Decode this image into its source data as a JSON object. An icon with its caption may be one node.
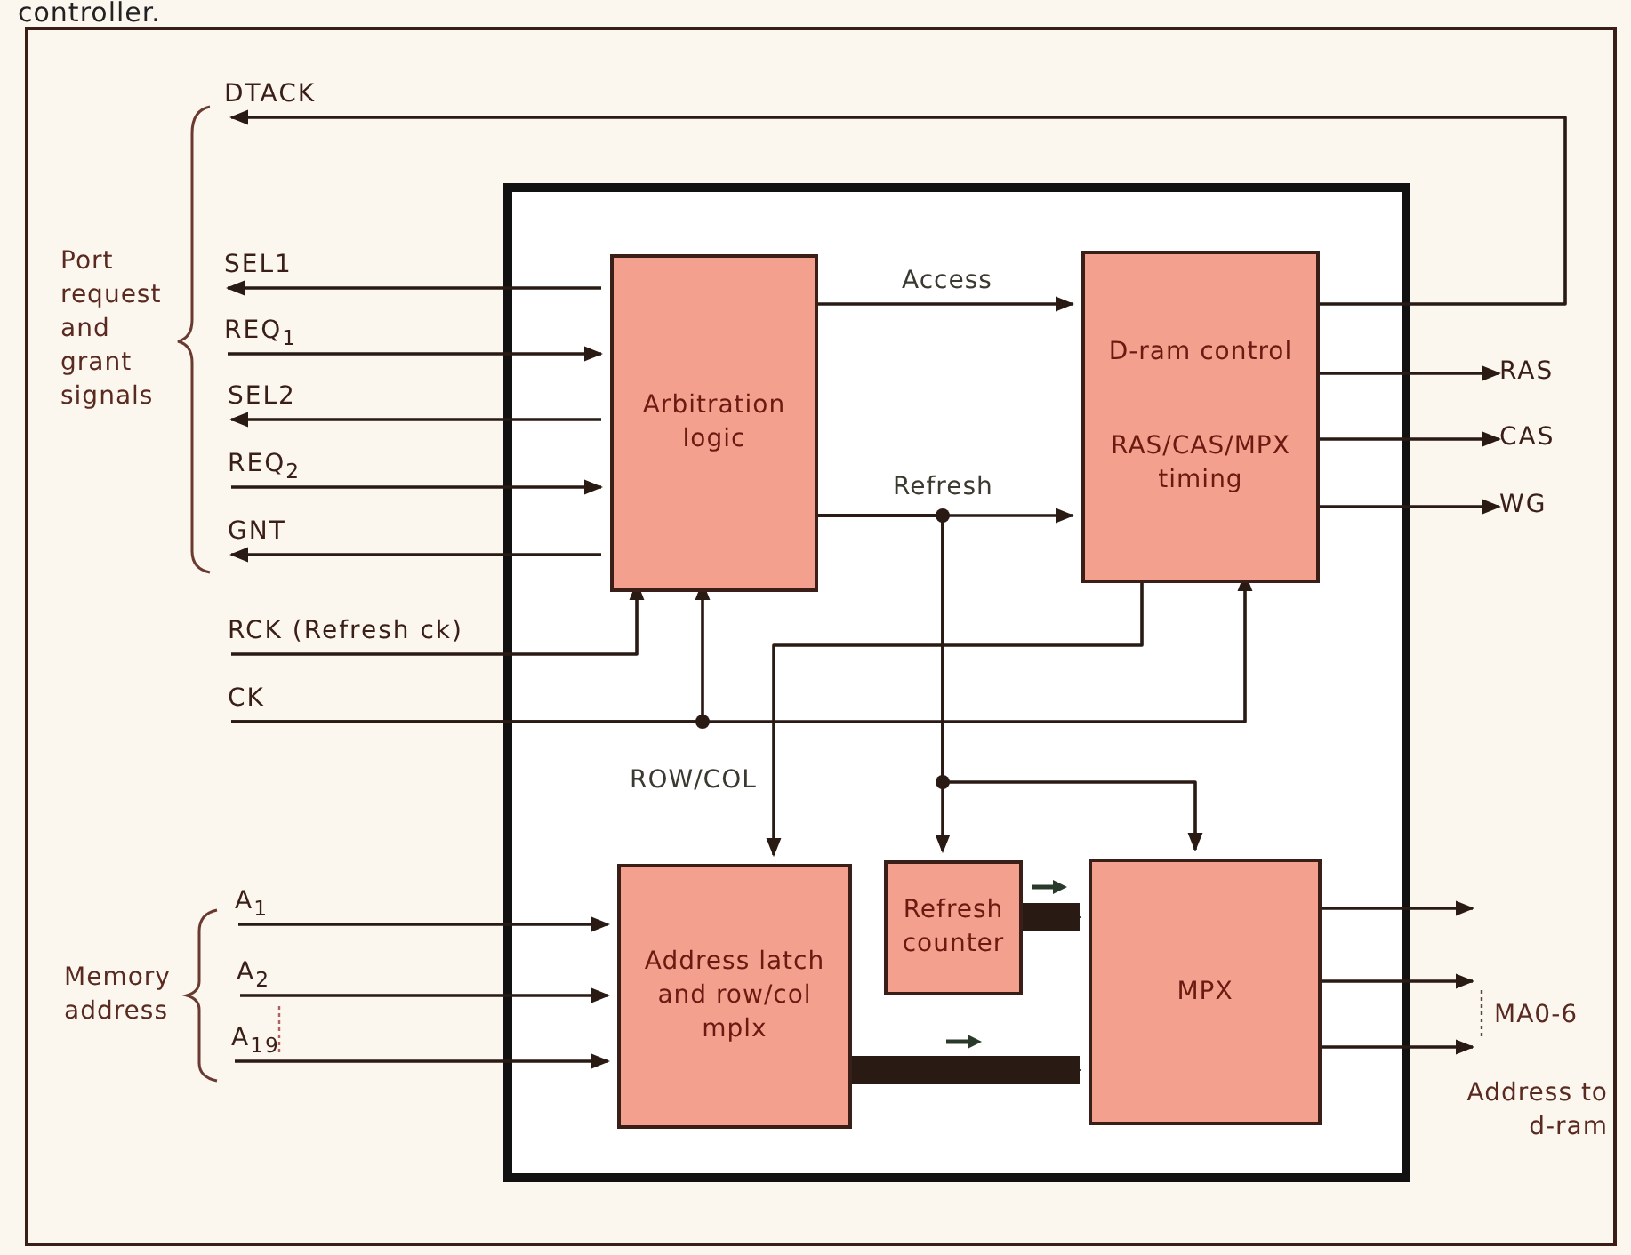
{
  "diagram": {
    "caption": "controller.",
    "nodes": [
      {
        "text": [],
        "shape": "box"
      },
      {
        "text": [
          "Arbitration logic"
        ],
        "in": 0
      },
      {
        "text": [
          "D-ram control",
          "RAS/CAS/MPX timing"
        ],
        "in": 0
      },
      {
        "text": [
          "Address latch and row/col mplx"
        ],
        "in": 0
      },
      {
        "text": [
          "Refresh counter"
        ],
        "in": 0
      },
      {
        "text": [
          "MPX"
        ],
        "in": 0
      },
      {
        "text": [
          "DTACK"
        ]
      },
      {
        "text": [
          "SEL1"
        ]
      },
      {
        "text": [
          "REQ$_{1}$"
        ]
      },
      {
        "text": [
          "SEL2"
        ]
      },
      {
        "text": [
          "REQ$_{2}$"
        ]
      },
      {
        "text": [
          "GNT"
        ]
      },
      {
        "text": [
          "RCK (Refresh ck)"
        ]
      },
      {
        "text": [
          "CK"
        ]
      },
      {
        "text": [
          "A$_{1}$"
        ]
      },
      {
        "text": [
          "A$_{2}$"
        ]
      },
      {
        "text": [
          "A$_{19}$"
        ]
      },
      {
        "text": [
          "RAS"
        ]
      },
      {
        "text": [
          "CAS"
        ]
      },
      {
        "text": [
          "WG"
        ]
      }
    ],
    "edges": [
      {
        "from": 2,
        "to": 6,
        "arrow": "to"
      },
      {
        "from": 1,
        "to": 7,
        "arrow": "to"
      },
      {
        "from": 8,
        "to": 1,
        "arrow": "to"
      },
      {
        "from": 1,
        "to": 9,
        "arrow": "to"
      },
      {
        "from": 10,
        "to": 1,
        "arrow": "to"
      },
      {
        "from": 1,
        "to": 11,
        "arrow": "to"
      },
      {
        "from": 12,
        "to": 1,
        "arrow": "to"
      },
      {
        "from": 13,
        "to": 1,
        "arrow": "to"
      },
      {
        "from": 13,
        "to": 2,
        "arrow": "to"
      },
      {
        "from": 1,
        "to": 2,
        "arrow": "to",
        "label": "Access"
      },
      {
        "from": 1,
        "to": 2,
        "arrow": "to",
        "label": "Refresh"
      },
      {
        "from": 1,
        "to": 4,
        "arrow": "to"
      },
      {
        "from": 1,
        "to": 5,
        "arrow": "to"
      },
      {
        "from": 2,
        "to": 3,
        "arrow": "to",
        "label": "ROW/COL"
      },
      {
        "from": 2,
        "to": 17,
        "arrow": "to"
      },
      {
        "from": 2,
        "to": 18,
        "arrow": "to"
      },
      {
        "from": 2,
        "to": 19,
        "arrow": "to"
      },
      {
        "from": 14,
        "to": 3,
        "arrow": "to"
      },
      {
        "from": 15,
        "to": 3,
        "arrow": "to"
      },
      {
        "from": 16,
        "to": 3,
        "arrow": "to"
      },
      {
        "from": 4,
        "to": 5,
        "arrow": "to",
        "style": "thick"
      },
      {
        "from": 3,
        "to": 5,
        "arrow": "to",
        "style": "thick"
      },
      {
        "from": 5,
        "to": null,
        "arrow": "to"
      },
      {
        "from": 5,
        "to": null,
        "arrow": "to"
      },
      {
        "from": 5,
        "to": null,
        "arrow": "to"
      }
    ],
    "labels": [
      "Port request and grant signals",
      "Memory address",
      "MA0-6",
      "Address to d-ram"
    ]
  }
}
